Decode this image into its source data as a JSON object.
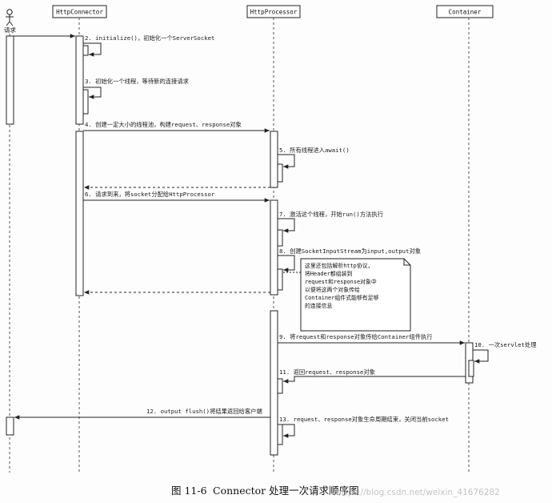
{
  "participants": {
    "client": "请求",
    "connector": "HttpConnector",
    "processor": "HttpProcessor",
    "container": "Container"
  },
  "messages": {
    "m2": "2. initialize()，初始化一个ServerSocket",
    "m3": "3. 初始化一个线程，等待新的连接请求",
    "m4": "4. 创建一定大小的线程池，构建request、response对象",
    "m5": "5. 所有线程进入await()",
    "m6": "6. 请求到来，将socket分配给HttpProcessor",
    "m7": "7. 激活这个线程，开始run()方法执行",
    "m8": "8. 创建SocketInputStream为input,output对象",
    "m9": "9. 将request和response对象传给Container组件执行",
    "m10": "10. 一次servlet处理",
    "m11": "11. 返回request、response对象",
    "m12": "12. output flush()将结果返回给客户端",
    "m13": "13. request、response对象生命周期结束，关闭当前socket"
  },
  "note": {
    "lines": [
      "这里还包括解析http协议，",
      "将Header都组装到",
      "request和response对象中",
      "以便将这两个对象传给",
      "Container组件式能够有足够",
      "的连接信息"
    ]
  },
  "caption": {
    "label": "图 11-6",
    "text": "Connector 处理一次请求顺序图"
  },
  "watermark": "https://blog.csdn.net/weixin_41676282"
}
